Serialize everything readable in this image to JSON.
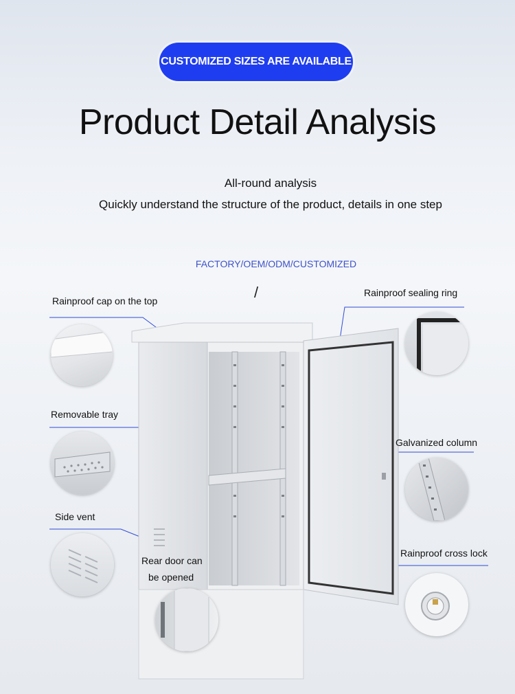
{
  "header": {
    "badge": "CUSTOMIZED SIZES ARE AVAILABLE",
    "title": "Product Detail Analysis",
    "subtitle_1": "All-round analysis",
    "subtitle_2": "Quickly understand the structure of the product, details in one step",
    "tagline": "FACTORY/OEM/ODM/CUSTOMIZED",
    "slash": "/"
  },
  "callouts": {
    "rainproof_cap": "Rainproof cap on the top",
    "removable_tray": "Removable tray",
    "side_vent": "Side vent",
    "rear_door_1": "Rear door can",
    "rear_door_2": "be opened",
    "sealing_ring": "Rainproof sealing ring",
    "galvanized_column": "Galvanized column",
    "cross_lock": "Rainproof cross lock"
  },
  "colors": {
    "badge_blue": "#1f3df0",
    "tagline_blue": "#3e52c8",
    "leader_line": "#2f4bd6"
  }
}
